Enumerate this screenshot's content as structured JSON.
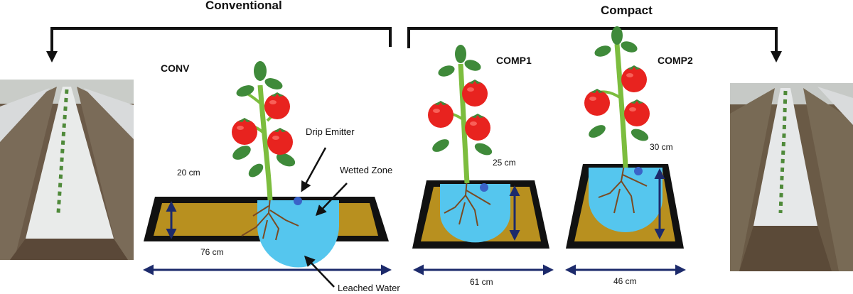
{
  "groups": {
    "conventional": "Conventional",
    "compact": "Compact"
  },
  "variants": {
    "conv": "CONV",
    "comp1": "COMP1",
    "comp2": "COMP2"
  },
  "dimensions": {
    "conv_height": "20 cm",
    "conv_width": "76 cm",
    "comp1_height": "25 cm",
    "comp1_width": "61 cm",
    "comp2_height": "30 cm",
    "comp2_width": "46 cm"
  },
  "annotations": {
    "drip_emitter": "Drip Emitter",
    "wetted_zone": "Wetted Zone",
    "leached_water": "Leached Water"
  },
  "colors": {
    "bed_fill": "#b8901f",
    "bed_border": "#111111",
    "water": "#55c6ee",
    "emitter": "#3a63c8",
    "dimension_arrow": "#1c2a6b",
    "stem": "#7cbd3e",
    "leaf": "#3f8a3a",
    "fruit": "#e8231f",
    "root": "#7a4a22"
  }
}
